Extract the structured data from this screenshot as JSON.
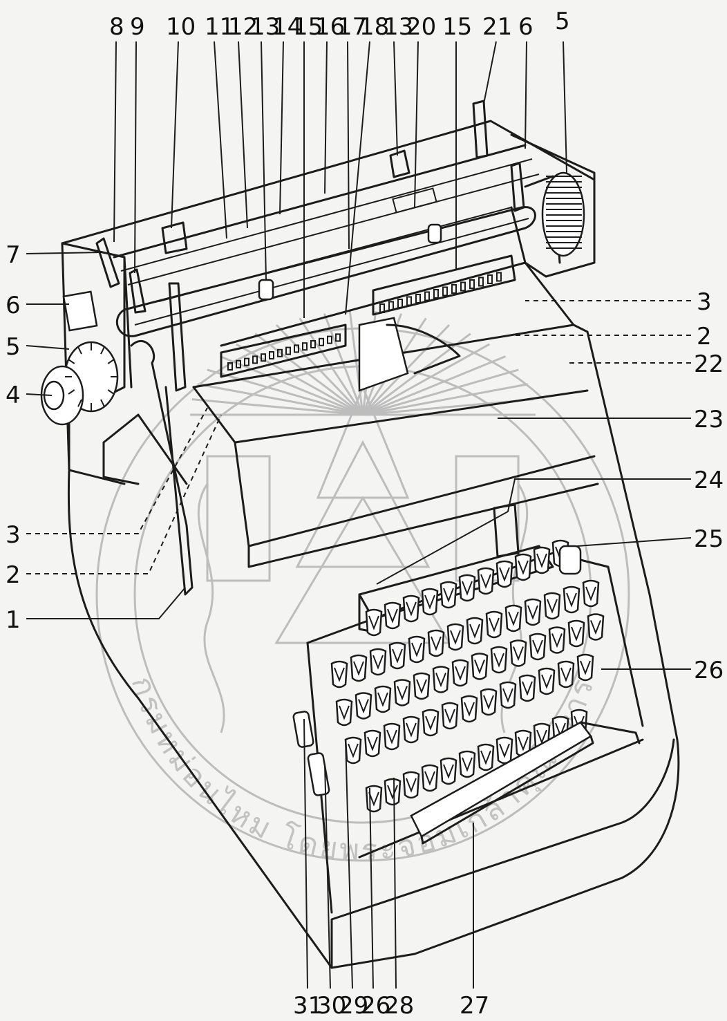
{
  "watermark": {
    "text": "กรมหม่อนไหม โดยพระจอมเกล้าคุณทหาร",
    "color": "#c2c2c2"
  },
  "callouts": [
    {
      "id": "top-8",
      "label": "8"
    },
    {
      "id": "top-9",
      "label": "9"
    },
    {
      "id": "top-10",
      "label": "10"
    },
    {
      "id": "top-11",
      "label": "11"
    },
    {
      "id": "top-12",
      "label": "12"
    },
    {
      "id": "top-13a",
      "label": "13"
    },
    {
      "id": "top-14",
      "label": "14"
    },
    {
      "id": "top-15a",
      "label": "15"
    },
    {
      "id": "top-16",
      "label": "16"
    },
    {
      "id": "top-17",
      "label": "17"
    },
    {
      "id": "top-18",
      "label": "18"
    },
    {
      "id": "top-13b",
      "label": "13"
    },
    {
      "id": "top-20",
      "label": "20"
    },
    {
      "id": "top-15b",
      "label": "15"
    },
    {
      "id": "top-21",
      "label": "21"
    },
    {
      "id": "top-6",
      "label": "6"
    },
    {
      "id": "top-5",
      "label": "5"
    },
    {
      "id": "left-7",
      "label": "7"
    },
    {
      "id": "left-6",
      "label": "6"
    },
    {
      "id": "left-5",
      "label": "5"
    },
    {
      "id": "left-4",
      "label": "4"
    },
    {
      "id": "left-3",
      "label": "3"
    },
    {
      "id": "left-2",
      "label": "2"
    },
    {
      "id": "left-1",
      "label": "1"
    },
    {
      "id": "right-3",
      "label": "3"
    },
    {
      "id": "right-2",
      "label": "2"
    },
    {
      "id": "right-22",
      "label": "22"
    },
    {
      "id": "right-23",
      "label": "23"
    },
    {
      "id": "right-24",
      "label": "24"
    },
    {
      "id": "right-25",
      "label": "25"
    },
    {
      "id": "right-26",
      "label": "26"
    },
    {
      "id": "bottom-31",
      "label": "31"
    },
    {
      "id": "bottom-30",
      "label": "30"
    },
    {
      "id": "bottom-29",
      "label": "29"
    },
    {
      "id": "bottom-26",
      "label": "26"
    },
    {
      "id": "bottom-28",
      "label": "28"
    },
    {
      "id": "bottom-27",
      "label": "27"
    }
  ]
}
